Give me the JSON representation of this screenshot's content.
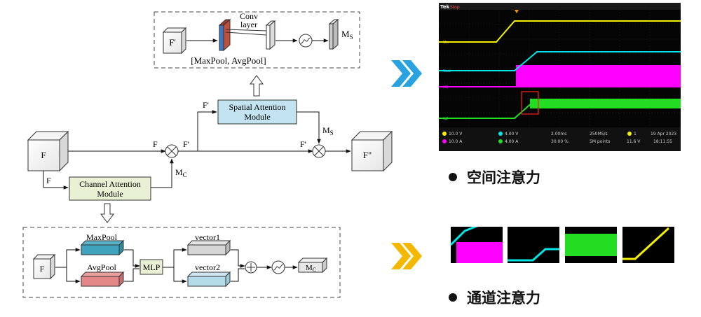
{
  "diagram": {
    "f_label": "F",
    "f_prime_label": "F'",
    "f_double_label": "F\"",
    "mc_label": "M",
    "mc_sub": "C",
    "ms_label": "M",
    "ms_sub": "S",
    "channel_module": [
      "Channel Attention",
      "Module"
    ],
    "spatial_module": [
      "Spatial Attention",
      "Module"
    ],
    "channel_detail": {
      "input": "F",
      "maxpool": "MaxPool",
      "avgpool": "AvgPool",
      "mlp": "MLP",
      "vector1": "vector1",
      "vector2": "vector2",
      "output": "M",
      "output_sub": "C"
    },
    "spatial_detail": {
      "input": "F'",
      "conv": [
        "Conv",
        "layer"
      ],
      "pool_caption": "[MaxPool, AvgPool]",
      "output": "M",
      "output_sub": "S"
    }
  },
  "arrows": {
    "top_color": "#29a3e0",
    "bottom_color": "#f5b800"
  },
  "scope": {
    "brand": "Tek",
    "status": "Stop",
    "channels": [
      {
        "id": "1",
        "value": "10.0 V",
        "color": "#f5f000"
      },
      {
        "id": "2",
        "value": "4.00 V",
        "color": "#00e6e6"
      },
      {
        "id": "3",
        "value": "10.0 A",
        "color": "#ff00ff"
      },
      {
        "id": "4",
        "value": "4.00 A",
        "color": "#22dd22"
      }
    ],
    "trace_labels": [
      "Vin",
      "Vout",
      "iL1",
      "iL2"
    ],
    "timebase": "2.00ms",
    "sample_rate": "250MS/s",
    "record": "5M points",
    "trigger_ch": "1",
    "trigger_level": "11.6 V",
    "trigger_pos": "30.00 %",
    "date": "19 Apr 2023",
    "time": "18:11:55"
  },
  "captions": {
    "spatial": "空间注意力",
    "channel": "通道注意力"
  }
}
